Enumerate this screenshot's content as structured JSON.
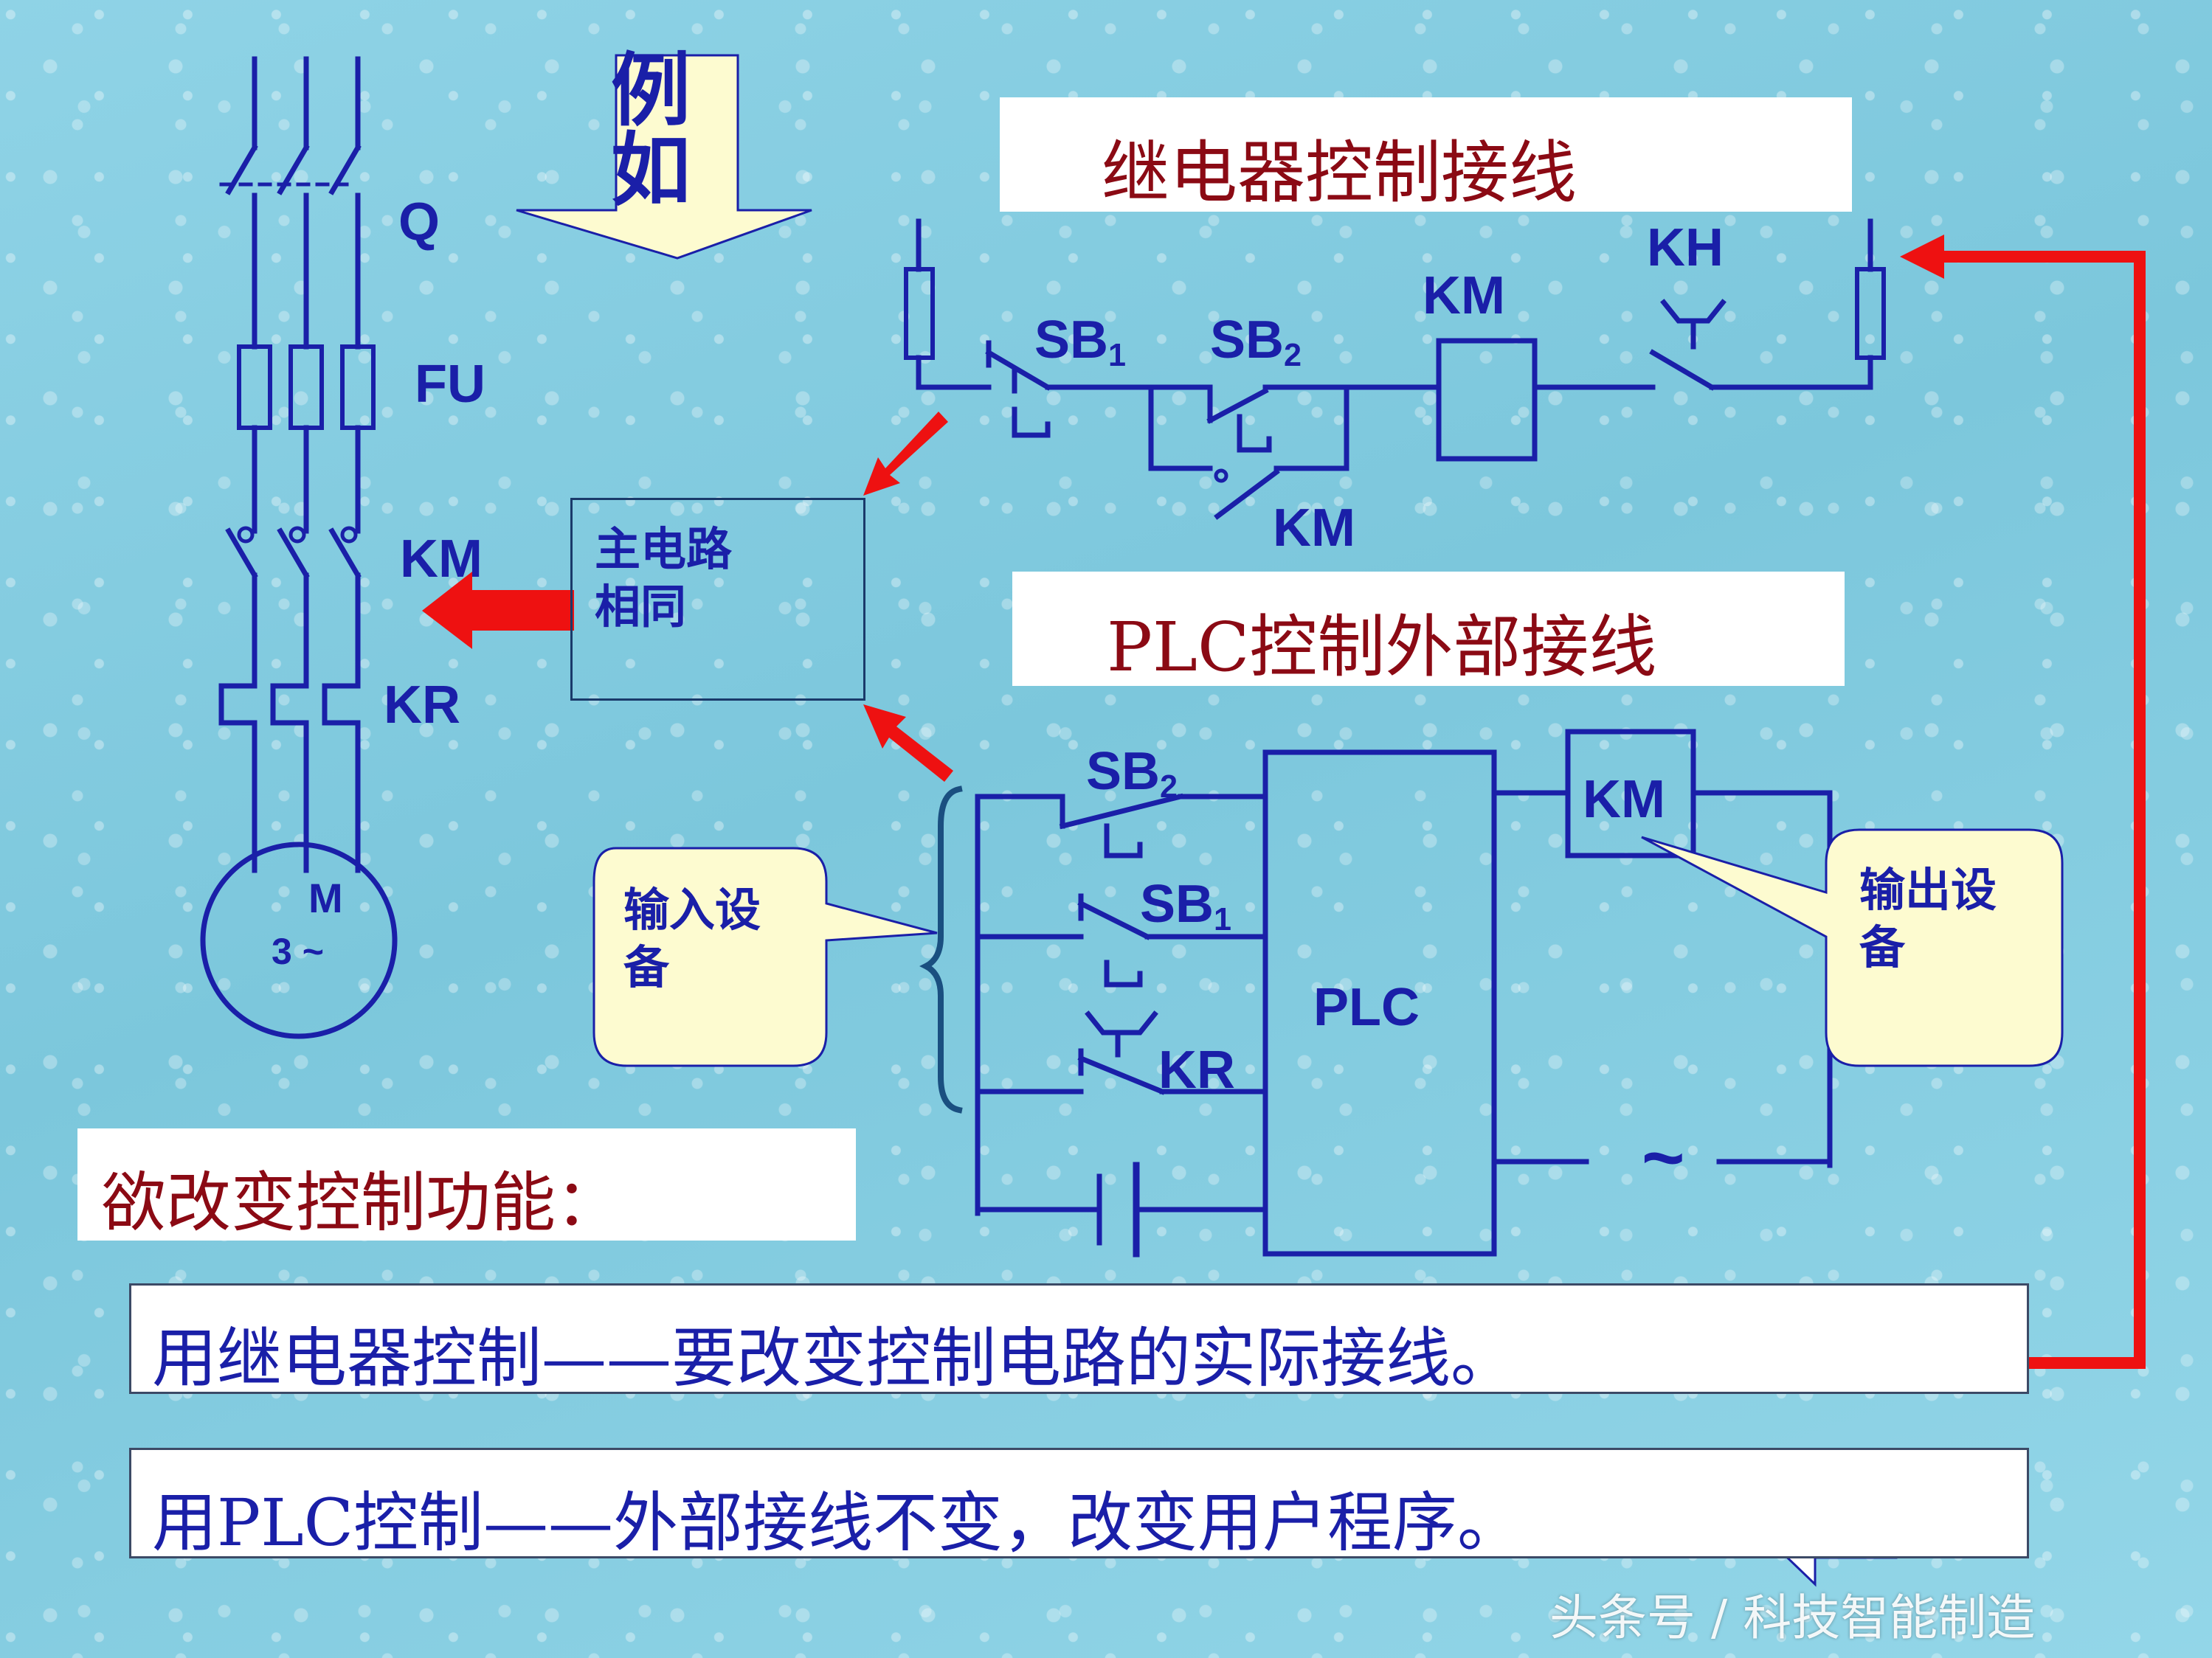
{
  "example_label": "例如",
  "titles": {
    "relay": "继电器控制接线",
    "plc": "PLC控制外部接线"
  },
  "main_circuit": {
    "q": "Q",
    "fu": "FU",
    "km": "KM",
    "kr": "KR",
    "motor_m": "M",
    "motor_phase": "3 ~"
  },
  "same_main_circuit": "主电路相同",
  "relay_circuit": {
    "sb1": "SB",
    "sb1_sub": "1",
    "sb2": "SB",
    "sb2_sub": "2",
    "km_coil": "KM",
    "km_contact": "KM",
    "kh": "KH"
  },
  "plc_circuit": {
    "sb2": "SB",
    "sb2_sub": "2",
    "sb1": "SB",
    "sb1_sub": "1",
    "kr": "KR",
    "plc": "PLC",
    "km": "KM",
    "ac": "~"
  },
  "callouts": {
    "input": "输入设备",
    "output": "输出设备"
  },
  "change_control": "欲改变控制功能：",
  "relay_statement": "用继电器控制——要改变控制电路的实际接线。",
  "plc_statement": "用PLC控制——外部接线不变，改变用户程序。",
  "watermark": "头条号 / 科技智能制造",
  "colors": {
    "wire": "#1a1fa8",
    "arrow": "#ee1111",
    "title_text": "#8b0a14"
  }
}
